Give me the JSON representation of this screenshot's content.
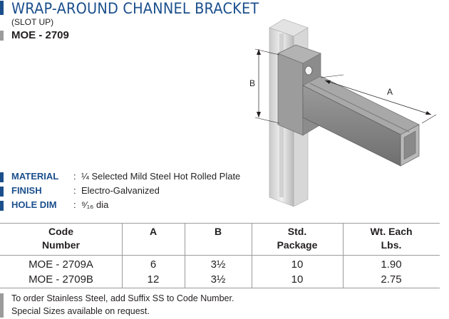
{
  "header": {
    "title": "WRAP-AROUND CHANNEL BRACKET",
    "subtitle": "(SLOT UP)",
    "code": "MOE - 2709"
  },
  "illustration": {
    "label_a": "A",
    "label_b": "B"
  },
  "specs": [
    {
      "label": "MATERIAL",
      "colon": ":",
      "value": "¼ Selected Mild Steel Hot Rolled Plate"
    },
    {
      "label": "FINISH",
      "colon": ":",
      "value": "Electro-Galvanized"
    },
    {
      "label": "HOLE DIM",
      "colon": ":",
      "value": "⁹⁄₁₆ dia"
    }
  ],
  "table": {
    "headers": {
      "code": [
        "Code",
        "Number"
      ],
      "a": [
        "A"
      ],
      "b": [
        "B"
      ],
      "package": [
        "Std.",
        "Package"
      ],
      "weight": [
        "Wt. Each",
        "Lbs."
      ]
    },
    "rows": [
      {
        "code": "MOE - 2709A",
        "a": "6",
        "b": "3½",
        "package": "10",
        "weight": "1.90"
      },
      {
        "code": "MOE - 2709B",
        "a": "12",
        "b": "3½",
        "package": "10",
        "weight": "2.75"
      }
    ]
  },
  "notes": [
    "To order Stainless Steel, add Suffix SS to Code Number.",
    "Special Sizes available on request."
  ],
  "colors": {
    "brand_blue": "#1b4f8c",
    "rule_gray": "#9b9b9b"
  }
}
